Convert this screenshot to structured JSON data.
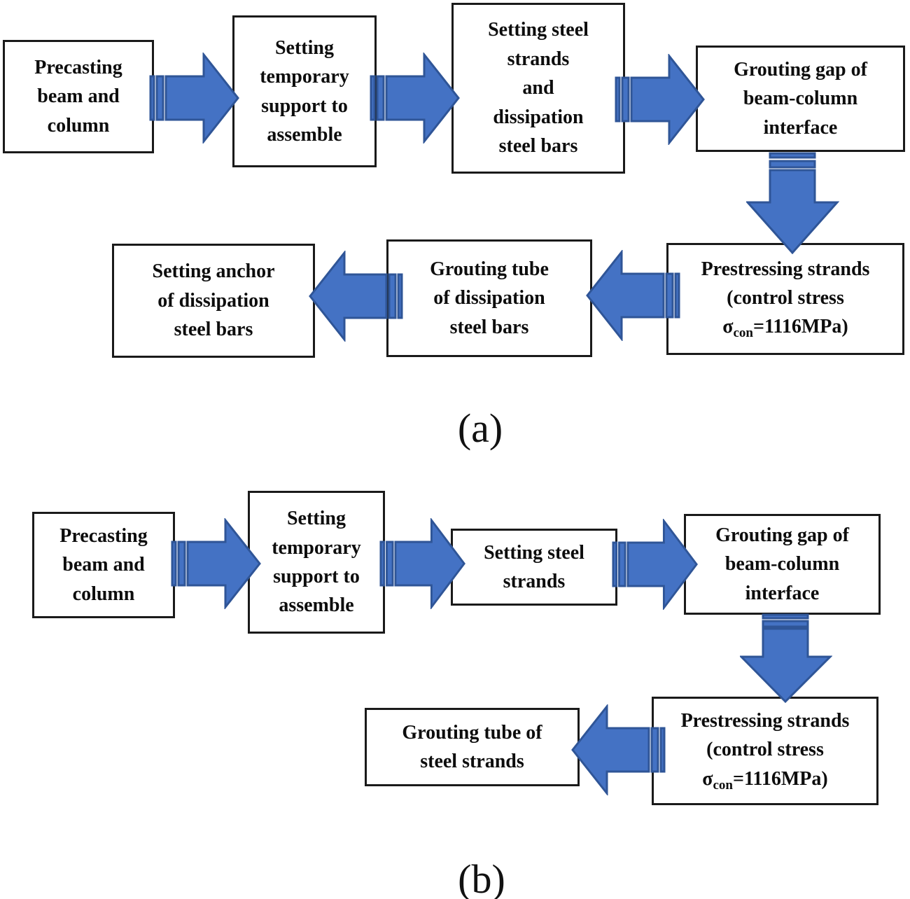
{
  "figure": {
    "type": "flowchart",
    "colors": {
      "arrow_fill": "#4472C4",
      "arrow_stroke": "#2F5597",
      "box_border": "#1a1a1a",
      "box_background": "#ffffff",
      "text": "#0d0d0d"
    }
  },
  "panel_a": {
    "label": "(a)",
    "boxes": {
      "precasting": "Precasting\nbeam and\ncolumn",
      "temporary_support": "Setting\ntemporary\nsupport to\nassemble",
      "steel_strands_dissipation": "Setting steel\nstrands\nand\ndissipation\nsteel bars",
      "grouting_gap": "Grouting gap of\nbeam-column\ninterface",
      "prestressing": {
        "line1": "Prestressing strands\n(control stress",
        "sigma": "σ",
        "sigma_sub": "con",
        "suffix": "=1116MPa)"
      },
      "grouting_tube": "Grouting tube\nof dissipation\nsteel bars",
      "setting_anchor": "Setting anchor\nof dissipation\nsteel bars"
    }
  },
  "panel_b": {
    "label": "(b)",
    "boxes": {
      "precasting": "Precasting\nbeam and\ncolumn",
      "temporary_support": "Setting\ntemporary\nsupport to\nassemble",
      "steel_strands": "Setting steel\nstrands",
      "grouting_gap": "Grouting gap of\nbeam-column\ninterface",
      "prestressing": {
        "line1": "Prestressing strands\n(control stress",
        "sigma": "σ",
        "sigma_sub": "con",
        "suffix": "=1116MPa)"
      },
      "grouting_tube": "Grouting tube of\nsteel strands"
    }
  }
}
